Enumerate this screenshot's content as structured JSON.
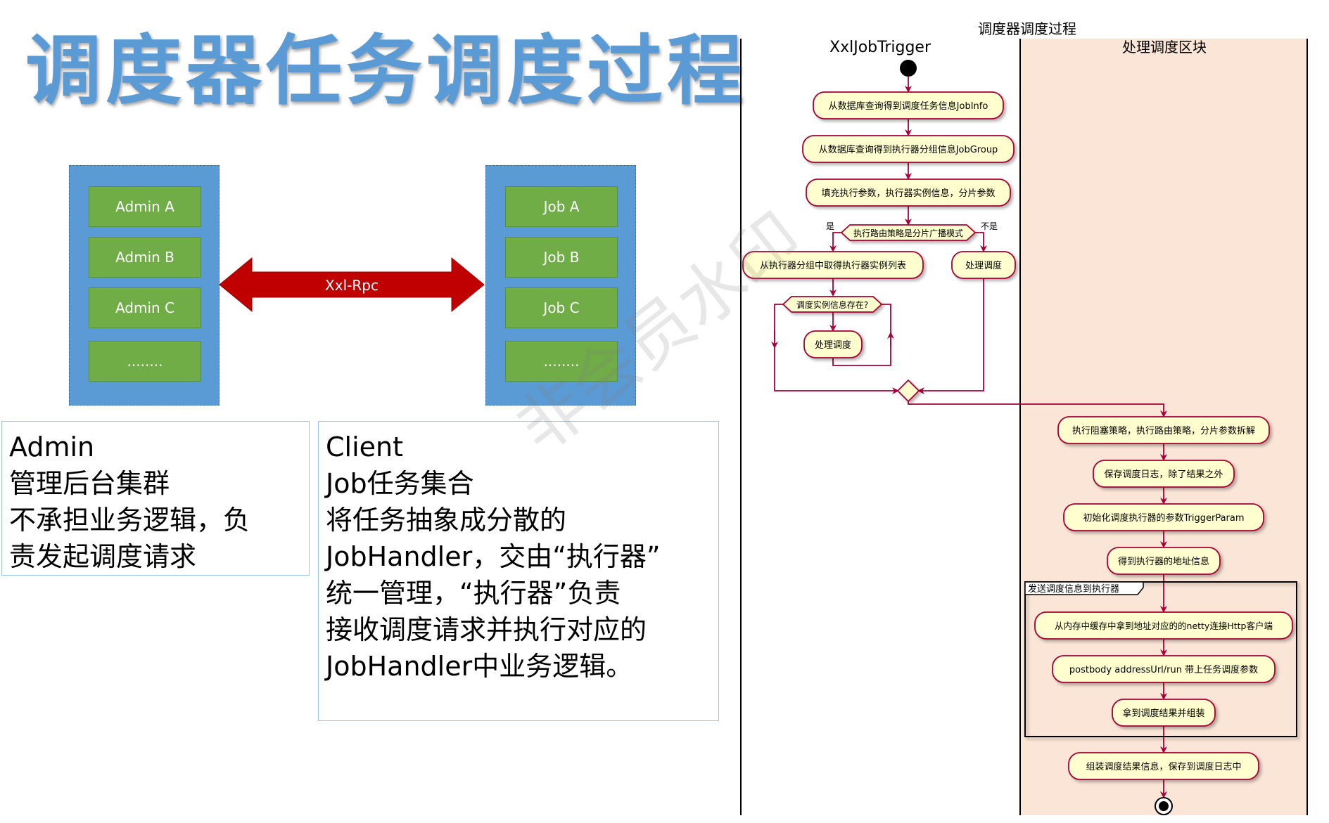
{
  "title": "调度器任务调度过程",
  "admin_cluster": {
    "nodes": [
      "Admin A",
      "Admin B",
      "Admin C",
      "........"
    ]
  },
  "job_cluster": {
    "nodes": [
      "Job  A",
      "Job B",
      "Job C",
      "........"
    ]
  },
  "rpc_label": "Xxl-Rpc",
  "admin_box": {
    "lines": [
      "Admin",
      "管理后台集群",
      "不承担业务逻辑，负",
      "责发起调度请求"
    ]
  },
  "client_box": {
    "lines": [
      "Client",
      "Job任务集合",
      "将任务抽象成分散的",
      "JobHandler，交由“执行器”",
      "统一管理，“执行器”负责",
      "接收调度请求并执行对应的",
      "JobHandler中业务逻辑。"
    ]
  },
  "watermark": "非会员水印",
  "activity": {
    "title": "调度器调度过程",
    "lane_left": "XxlJobTrigger",
    "lane_right": "处理调度区块",
    "steps": {
      "s1": "从数据库查询得到调度任务信息JobInfo",
      "s2": "从数据库查询得到执行器分组信息JobGroup",
      "s3": "填充执行参数，执行器实例信息，分片参数",
      "decision1": "执行路由策略是分片广播模式",
      "yes": "是",
      "no": "不是",
      "s4": "从执行器分组中取得执行器实例列表",
      "s5": "处理调度",
      "decision2": "调度实例信息存在?",
      "s6": "处理调度",
      "r1": "执行阻塞策略，执行路由策略，分片参数拆解",
      "r2": "保存调度日志，除了结果之外",
      "r3": "初始化调度执行器的参数TriggerParam",
      "r4": "得到执行器的地址信息",
      "group_label": "发送调度信息到执行器",
      "r5": "从内存中缓存中拿到地址对应的的netty连接Http客户端",
      "r6": "postbody addressUrl/run 带上任务调度参数",
      "r7": "拿到调度结果并组装",
      "r8": "组装调度结果信息，保存到调度日志中"
    }
  },
  "colors": {
    "title": "#5b9bd5",
    "cluster_bg": "#5b9bd5",
    "node_bg": "#70ad47",
    "rpc_arrow": "#c00000",
    "activity_fill": "#fefece",
    "activity_border": "#a80036",
    "lane_right_bg": "#fbe5d6"
  }
}
